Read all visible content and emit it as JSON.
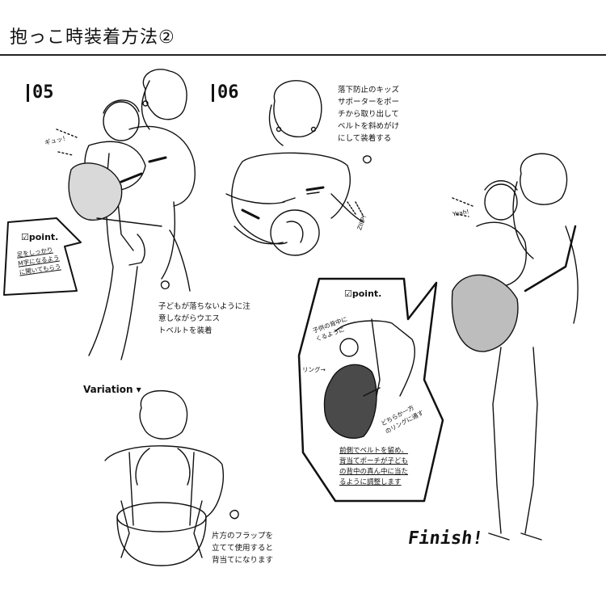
{
  "title": "抱っこ時装着方法②",
  "steps": {
    "s05": "05",
    "s06": "06"
  },
  "notes": {
    "s05": "子どもが落ちないように注意しながらウエス\nトベルトを装着",
    "s06": "落下防止のキッズ\nサポーターをポー\nチから取り出して\nベルトを斜めがけ\nにして装着する",
    "variation": "片方のフラップを\n立てて使用すると\n背当てになります"
  },
  "sfx": {
    "gyu": "ギュッ！",
    "zip": "ZIIIP!",
    "yeah": "Yeah!"
  },
  "point_left": {
    "label": "point.",
    "text": "足をしっかり\nM字になるよう\nに開いてもらう"
  },
  "point_right": {
    "label": "point.",
    "back_label": "子供の背中に\nくるように",
    "ring_label": "リング→",
    "other_ring": "どちらか一方\nのリングに通す",
    "text": "前側でベルトを留め、\n背当てポーチが子ども\nの背中の真ん中に当た\nるように調整します"
  },
  "variation_label": "Variation ▾",
  "finish": "Finish!",
  "colors": {
    "ink": "#111111",
    "pouch": "#4a4a4a",
    "rule": "#222222"
  }
}
